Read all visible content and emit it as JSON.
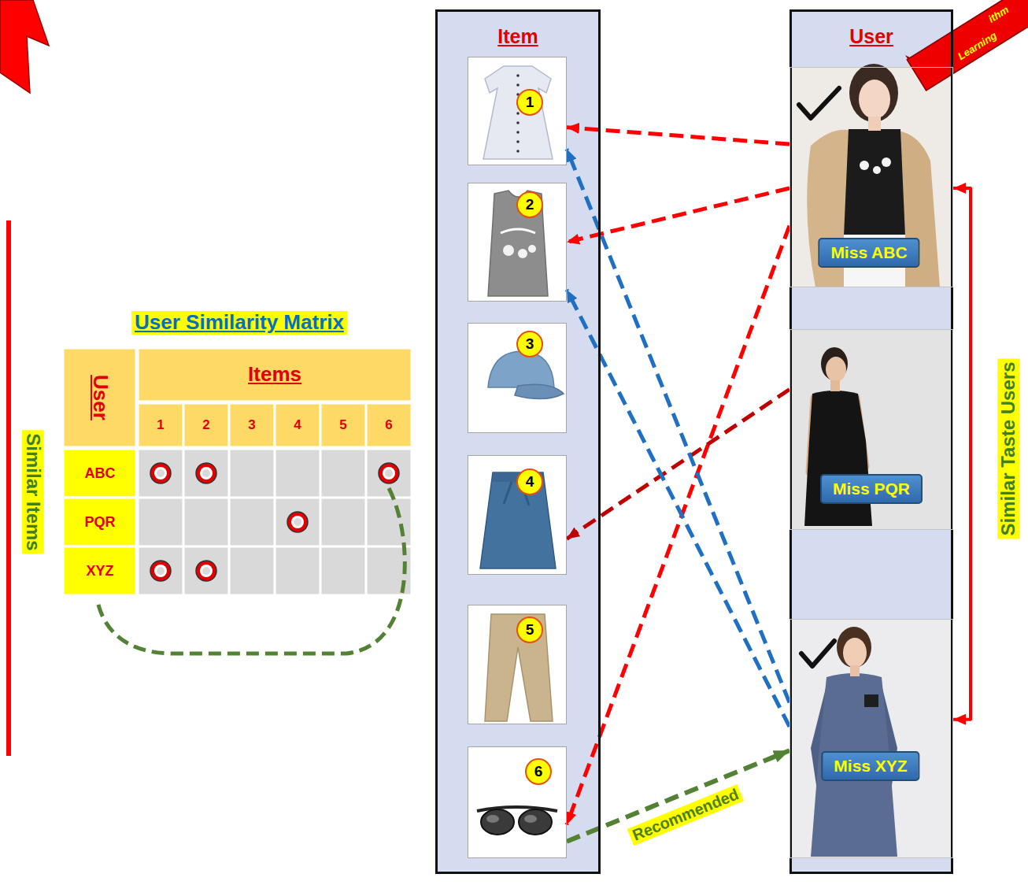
{
  "diagram": {
    "nodes": [
      {
        "text": [
          "Item"
        ]
      },
      {
        "text": [
          "1"
        ],
        "in": 0
      },
      {
        "text": [
          "2"
        ],
        "in": 0
      },
      {
        "text": [
          "3"
        ],
        "in": 0
      },
      {
        "text": [
          "4"
        ],
        "in": 0
      },
      {
        "text": [
          "5"
        ],
        "in": 0
      },
      {
        "text": [
          "6"
        ],
        "in": 0
      },
      {
        "text": [
          "User"
        ]
      },
      {
        "text": [
          "Miss ABC"
        ],
        "in": 7
      },
      {
        "text": [
          "Miss PQR"
        ],
        "in": 7
      },
      {
        "text": [
          "Miss XYZ"
        ],
        "in": 7
      }
    ],
    "edges": [
      {
        "from": 8,
        "to": 1,
        "arrow": "to"
      },
      {
        "from": 8,
        "to": 2,
        "arrow": "to"
      },
      {
        "from": 8,
        "to": 6,
        "arrow": "to"
      },
      {
        "from": 9,
        "to": 4,
        "arrow": "to"
      },
      {
        "from": 10,
        "to": 1,
        "arrow": "to"
      },
      {
        "from": 10,
        "to": 2,
        "arrow": "to"
      },
      {
        "from": 6,
        "to": 10,
        "label": "Recommended",
        "arrow": "to"
      },
      {
        "from": 8,
        "to": 10,
        "arrow": "both"
      }
    ],
    "labels": [
      "User Similarity Matrix",
      "User",
      "Items",
      "1",
      "2",
      "3",
      "4",
      "5",
      "6",
      "ABC",
      "PQR",
      "XYZ",
      "Similar Items",
      "Similar Taste Users",
      "ithm",
      "Learning"
    ]
  }
}
